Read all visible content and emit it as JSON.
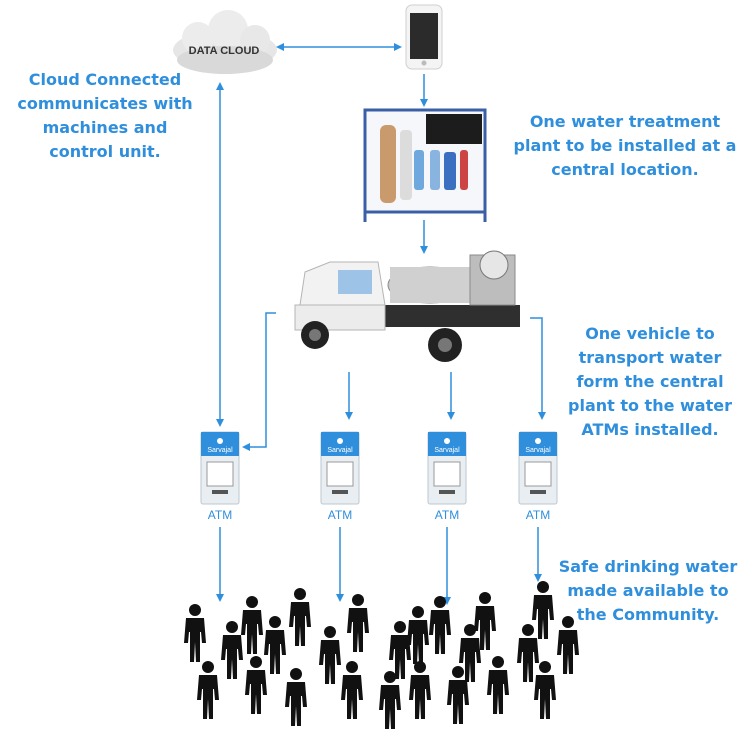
{
  "cloud": {
    "label": "DATA CLOUD"
  },
  "notes": {
    "cloud": "Cloud Connected communicates with machines and control unit.",
    "plant": "One water treatment plant to be installed at a central location.",
    "vehicle": "One vehicle to transport water form the central plant to the water ATMs installed.",
    "community": "Safe drinking water made available to the Community."
  },
  "atms": [
    {
      "brand": "Sarvajal",
      "label": "ATM"
    },
    {
      "brand": "Sarvajal",
      "label": "ATM"
    },
    {
      "brand": "Sarvajal",
      "label": "ATM"
    },
    {
      "brand": "Sarvajal",
      "label": "ATM"
    }
  ],
  "colors": {
    "accent": "#2f8fdc",
    "people": "#111111"
  }
}
